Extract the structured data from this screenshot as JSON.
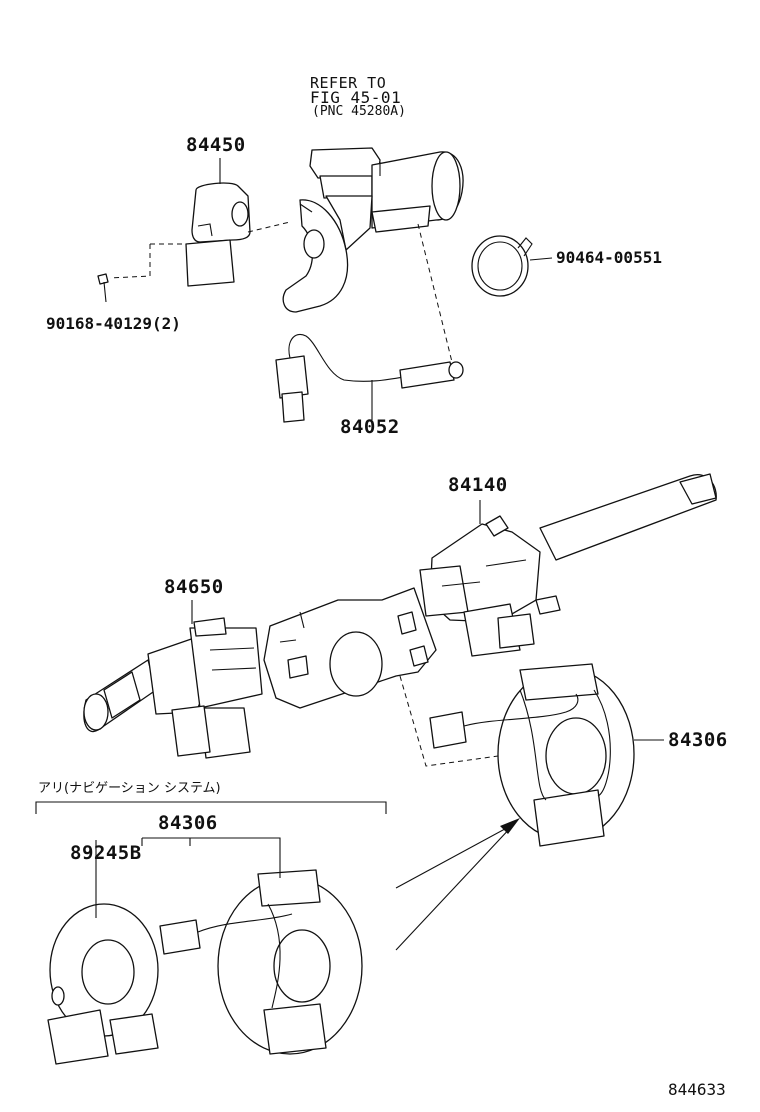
{
  "diagram": {
    "refer_note": {
      "line1": "REFER TO",
      "line2": "FIG 45-01",
      "line3": "(PNC 45280A)"
    },
    "parts": {
      "p84450": "84450",
      "p90464": "90464-00551",
      "p90168": "90168-40129(2)",
      "p84052": "84052",
      "p84140": "84140",
      "p84650": "84650",
      "p84306_right": "84306",
      "p84306_lower": "84306",
      "p89245": "89245B"
    },
    "option_note": "アリ(ナビゲーション システム)",
    "figure_number": "844633"
  }
}
